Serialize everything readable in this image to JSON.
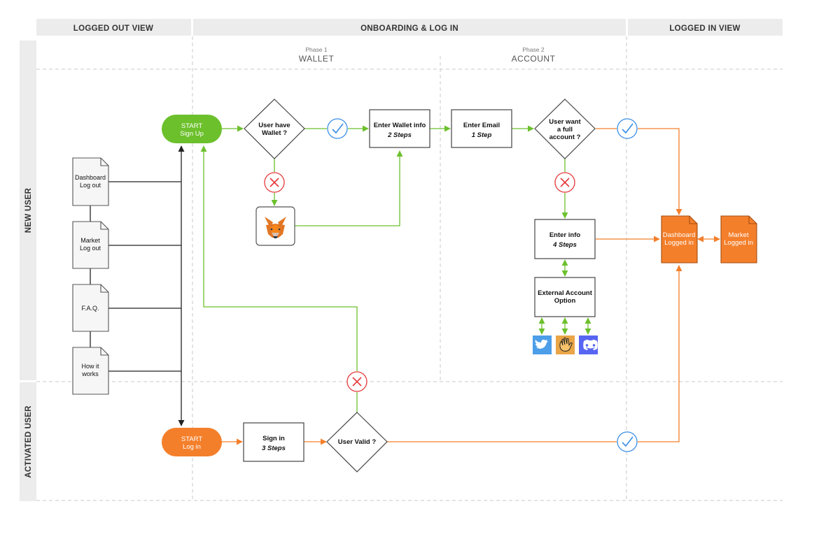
{
  "headers": {
    "logged_out": "LOGGED OUT VIEW",
    "onboarding": "ONBOARDING & LOG IN",
    "logged_in": "LOGGED IN  VIEW"
  },
  "lanes": {
    "new_user": "NEW USER",
    "activated_user": "ACTIVATED USER"
  },
  "phases": [
    {
      "label": "Phase 1",
      "name": "WALLET"
    },
    {
      "label": "Phase 2",
      "name": "ACCOUNT"
    }
  ],
  "pages": [
    {
      "line1": "Dashboard",
      "line2": "Log out"
    },
    {
      "line1": "Market",
      "line2": "Log out"
    },
    {
      "line1": "F.A.Q.",
      "line2": ""
    },
    {
      "line1": "How it",
      "line2": "works"
    }
  ],
  "nodes": {
    "start_signup": {
      "line1": "START",
      "line2": "Sign Up"
    },
    "user_have_wallet": {
      "line1": "User have",
      "line2": "Wallet ?"
    },
    "enter_wallet": {
      "line1": "Enter Wallet info",
      "line2": "2 Steps"
    },
    "enter_email": {
      "line1": "Enter Email",
      "line2": "1 Step"
    },
    "user_want_account": {
      "line1": "User want",
      "line2": "a full",
      "line3": "account ?"
    },
    "enter_info": {
      "line1": "Enter info",
      "line2": "4 Steps"
    },
    "external_account": {
      "line1": "External Account",
      "line2": "Option"
    },
    "dashboard_logged_in": {
      "line1": "Dashboard",
      "line2": "Logged in"
    },
    "market_logged_in": {
      "line1": "Market",
      "line2": "Logged in"
    },
    "start_login": {
      "line1": "START",
      "line2": "Log in"
    },
    "sign_in": {
      "line1": "Sign in",
      "line2": "3 Steps"
    },
    "user_valid": {
      "line1": "User Valid ?"
    }
  },
  "icons": {
    "metamask": "metamask-fox-icon",
    "twitter": "twitter-icon",
    "wave": "waving-hand-icon",
    "discord": "discord-icon",
    "yes": "check-circle-icon",
    "no": "cross-circle-icon"
  },
  "colors": {
    "green": "#6cc02c",
    "orange": "#f47f2b",
    "dark": "#333333",
    "blue_check": "#3a8ee6",
    "red_cross": "#e5393b",
    "header_bg": "#ececec",
    "twitter": "#4d9ee8",
    "discord": "#5865f2",
    "wave_bg": "#e9a546"
  }
}
